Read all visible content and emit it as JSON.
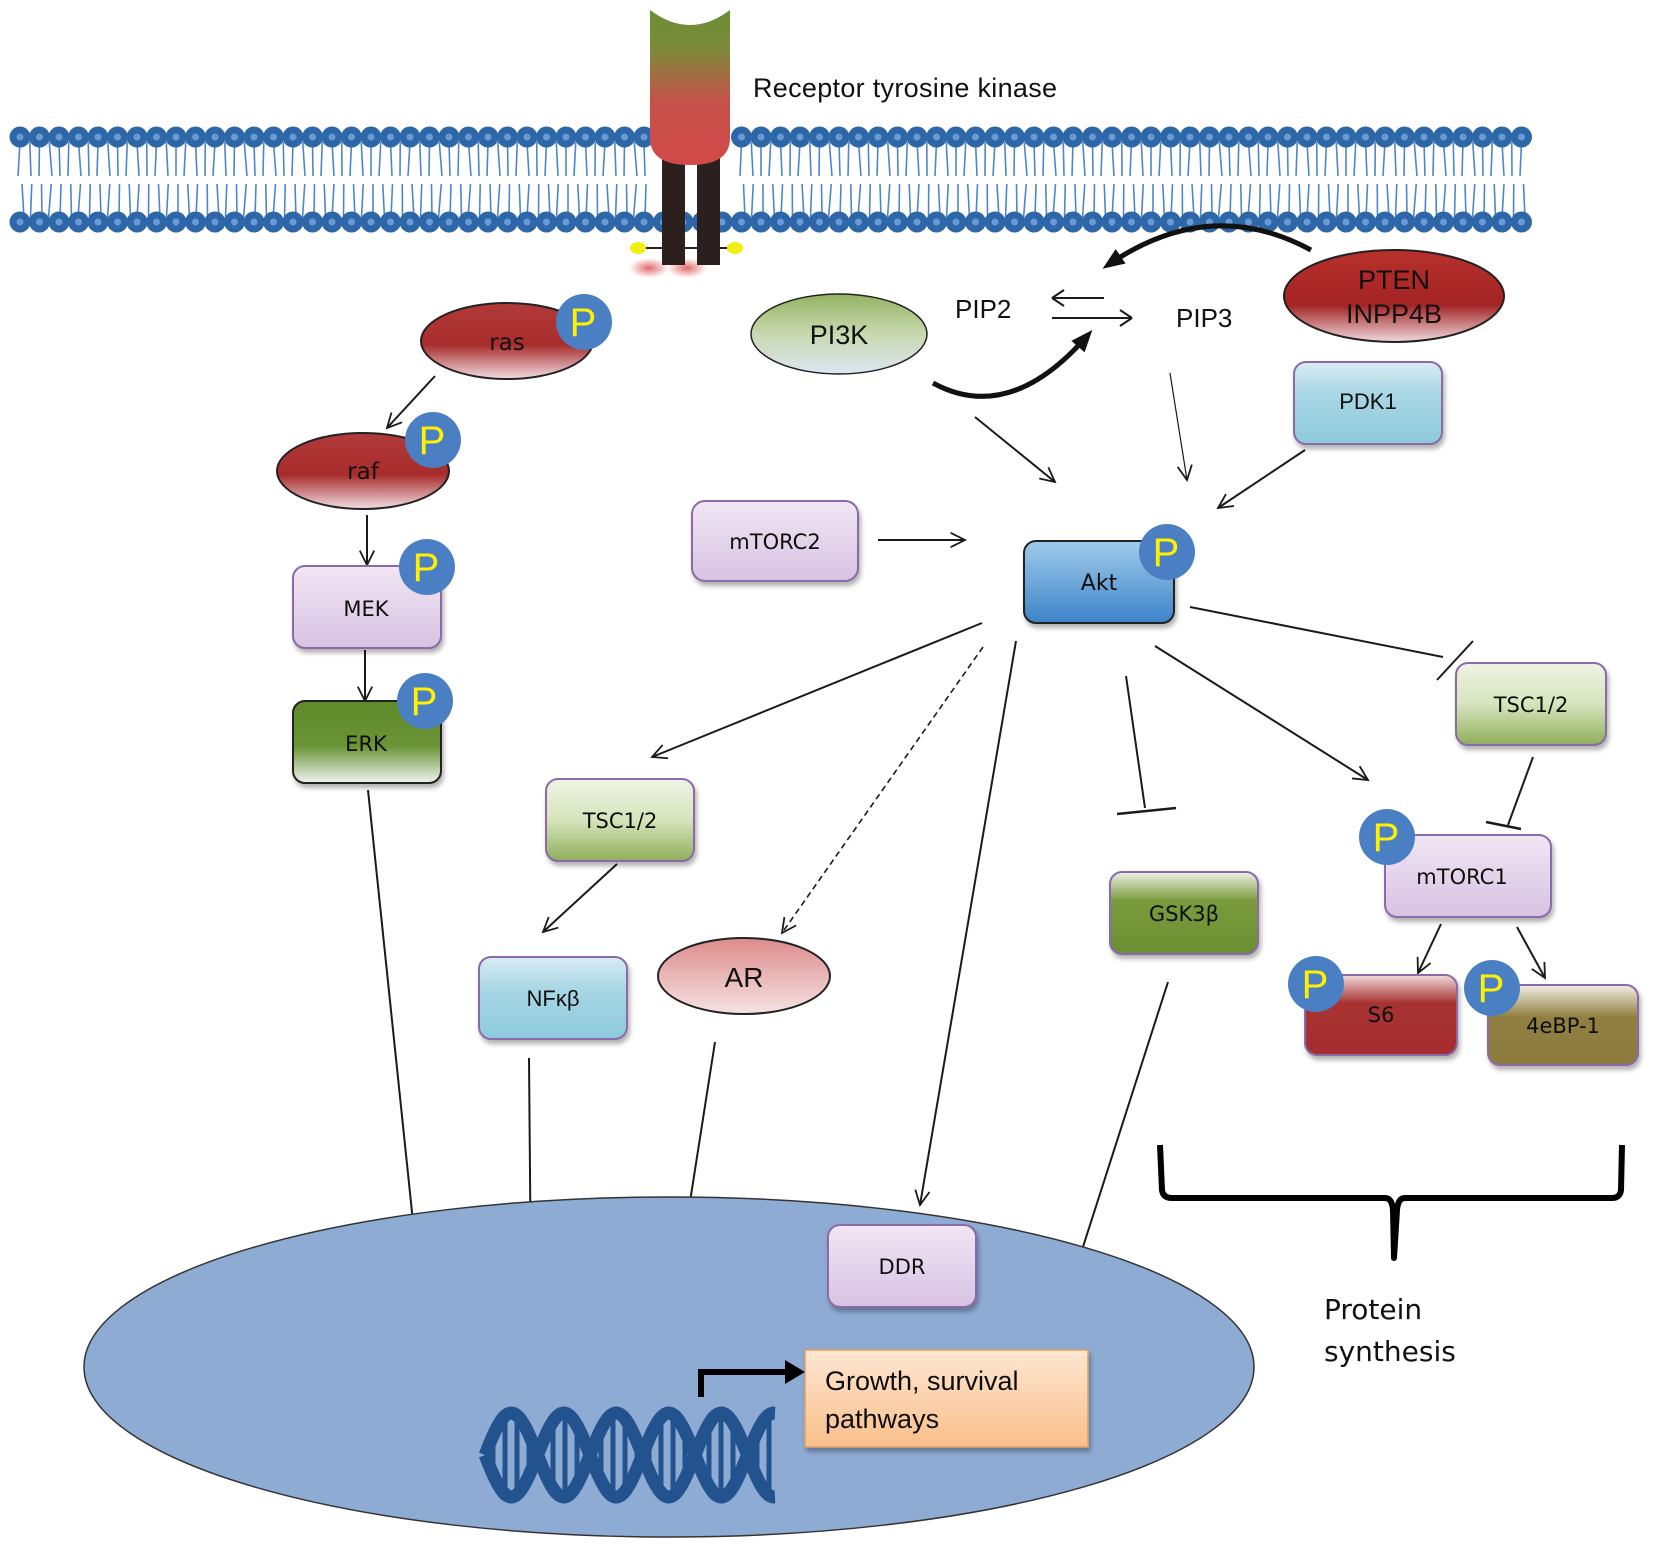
{
  "title": "Receptor tyrosine kinase signaling: PI3K/Akt/mTOR and ras/raf/MEK/ERK pathways",
  "receptor": {
    "label": "Receptor tyrosine kinase"
  },
  "phospho_label": "P",
  "nodes": {
    "ras": "ras",
    "raf": "raf",
    "mek": "MEK",
    "erk": "ERK",
    "pi3k": "PI3K",
    "pip2": "PIP2",
    "pip3": "PIP3",
    "pten_line1": "PTEN",
    "pten_line2": "INPP4B",
    "pdk1": "PDK1",
    "mtorc2": "mTORC2",
    "akt": "Akt",
    "tsc_left": "TSC1/2",
    "tsc_right": "TSC1/2",
    "nfkb": "NFκβ",
    "ar": "AR",
    "gsk3b": "GSK3β",
    "mtorc1": "mTORC1",
    "s6": "S6",
    "eif4ebp1": "4eBP-1",
    "ddr": "DDR",
    "growth_line1": "Growth, survival",
    "growth_line2": "pathways"
  },
  "annotations": {
    "protein_synthesis_line1": "Protein",
    "protein_synthesis_line2": "synthesis"
  },
  "colors": {
    "membrane": "#2e67a8",
    "nucleus": "#8eabd4",
    "phospho_circle": "#4a7fc4",
    "phospho_text": "#ffef00",
    "dna": "#23538f",
    "box_border": "#8a6aa8"
  }
}
